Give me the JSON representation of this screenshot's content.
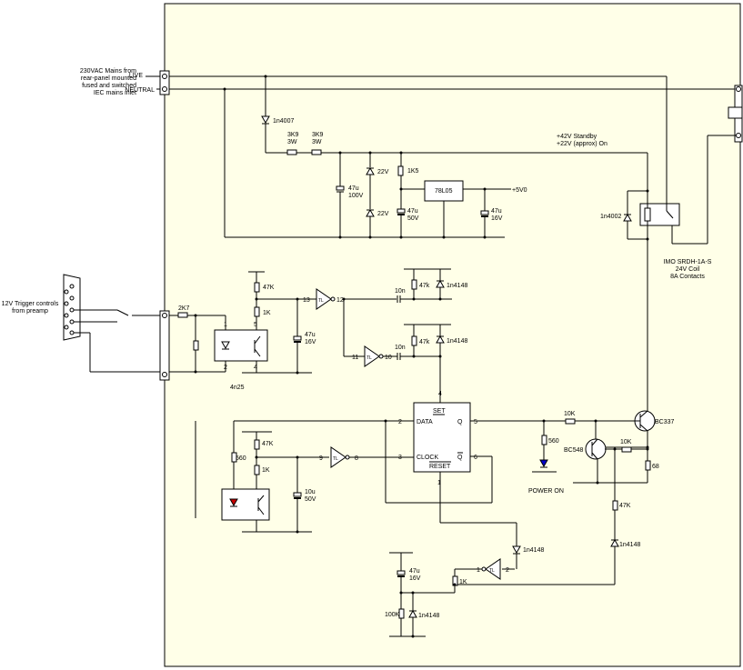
{
  "colors": {
    "board": "#ffffe8",
    "led": "#cc0000",
    "led_power": "#0000cc"
  },
  "inputs": {
    "mains_note": [
      "230VAC Mains from",
      "rear-panel mounted",
      "fused and switched",
      "IEC mains inlet"
    ],
    "live": "LIVE",
    "neutral": "NEUTRAL",
    "trigger_note": [
      "12V Trigger controls",
      "from preamp"
    ]
  },
  "labels": {
    "d_1n4007": "1n4007",
    "r_3k9_a": [
      "3K9",
      "3W"
    ],
    "r_3k9_b": [
      "3K9",
      "3W"
    ],
    "standby": [
      "+42V Standby",
      "+22V (approx) On"
    ],
    "c_47u_100v": [
      "47u",
      "100V"
    ],
    "z1": "22V",
    "z2": "22V",
    "r_1k5": "1K5",
    "reg": "78L05",
    "c_47u_50v": [
      "47u",
      "50V"
    ],
    "c_47u_16v_a": [
      "47u",
      "16V"
    ],
    "v5": "+5V0",
    "d_1n4002": "1n4002",
    "relay": [
      "IMO SRDH-1A-S",
      "24V Coil",
      "8A Contacts"
    ],
    "r_2k7": "2K7",
    "r_47k_a": "47K",
    "r_1k_a": "1K",
    "c_47u_16v_b": [
      "47u",
      "16V"
    ],
    "opto": "4n25",
    "pin1": "1",
    "pin2": "2",
    "pin4": "4",
    "pin5": "5",
    "inv1_in": "13",
    "inv1_out": "12",
    "inv2_in": "11",
    "inv2_out": "10",
    "inv3_in": "9",
    "inv3_out": "8",
    "inv4_in": "1",
    "inv4_out": "2",
    "c_10n_a": "10n",
    "c_10n_b": "10n",
    "r_47k_b": "47k",
    "d_1n4148_a": "1n4148",
    "r_47k_c": "47k",
    "d_1n4148_b": "1n4148",
    "ff_set": "SET",
    "ff_data": "DATA",
    "ff_q": "Q",
    "ff_clock": "CLOCK",
    "ff_qbar": "Q",
    "ff_reset": "RESET",
    "ff_pin4": "4",
    "ff_pin2": "2",
    "ff_pin5": "5",
    "ff_pin3": "3",
    "ff_pin6": "6",
    "ff_pin1": "1",
    "r_10k_a": "10K",
    "r_10k_b": "10K",
    "q1": "BC337",
    "q2": "BC548",
    "r_560_a": "560",
    "r_560_b": "560",
    "r_68": "68",
    "power_on": "POWER ON",
    "r_47k_d": "47K",
    "r_1k_b": "1K",
    "c_10u_50v": [
      "10u",
      "50V"
    ],
    "r_47k_e": "47K",
    "d_1n4148_c": "1n4148",
    "d_1n4148_d": "1n4148",
    "c_47u_16v_c": [
      "47u",
      "16V"
    ],
    "r_1k_c": "1K",
    "r_100k": "100K",
    "d_1n4148_e": "1n4148",
    "inv_tag": "TL"
  }
}
